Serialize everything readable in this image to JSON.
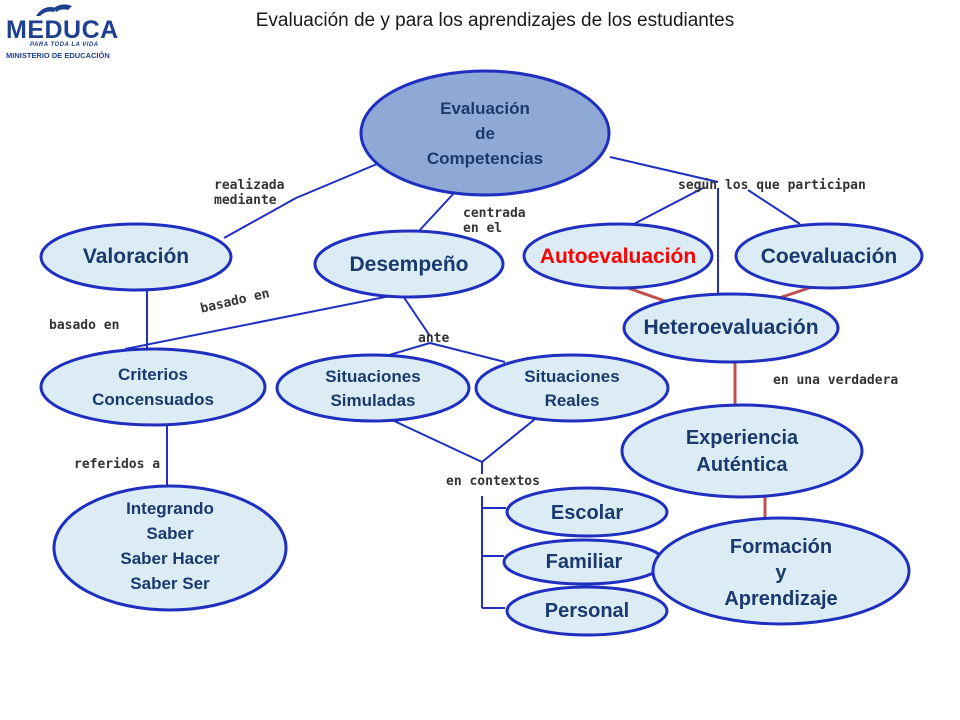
{
  "title": "Evaluación de y para los aprendizajes de los estudiantes",
  "logo": {
    "word": "MEDUCA",
    "tagline": "PARA TODA LA VIDA",
    "ministry": "MINISTERIO DE EDUCACIÓN"
  },
  "colors": {
    "node_fill": "#dcecf4",
    "node_stroke": "#1f2fbf",
    "root_fill": "#8fa9d6",
    "text": "#1a3a6e",
    "accent_red": "#ff0000",
    "connector_red": "#c0504d",
    "line_blue": "#1f2fbf"
  },
  "nodes": {
    "root": "Evaluación\nde\nCompetencias",
    "valoracion": "Valoración",
    "desempeno": "Desempeño",
    "autoevaluacion": "Autoevaluación",
    "coevaluacion": "Coevaluación",
    "heteroevaluacion": "Heteroevaluación",
    "criterios": "Criterios\nConcensuados",
    "sit_simuladas": "Situaciones\nSimuladas",
    "sit_reales": "Situaciones\nReales",
    "experiencia": "Experiencia\nAuténtica",
    "integrando": "Integrando\nSaber\nSaber Hacer\nSaber Ser",
    "escolar": "Escolar",
    "familiar": "Familiar",
    "personal": "Personal",
    "formacion": "Formación\ny\nAprendizaje"
  },
  "labels": {
    "realizada": "realizada\nmediante",
    "centrada": "centrada\nen el",
    "segun": "según los que participan",
    "basado1": "basado en",
    "basado2": "basado en",
    "ante": "ante",
    "verdadera": "en una verdadera",
    "referidos": "referidos a",
    "contextos": "en contextos"
  }
}
